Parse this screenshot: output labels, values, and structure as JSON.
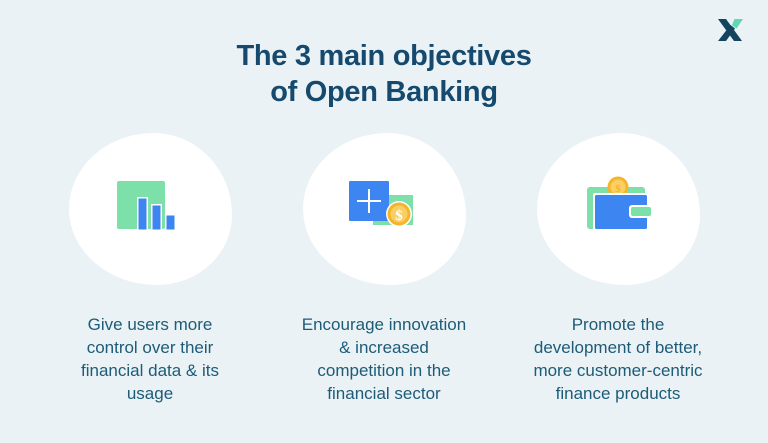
{
  "brand": {
    "logo_icon": "x-logo-icon",
    "logo_letter": "X",
    "navy": "#15496d",
    "teal_accent": "#5fd6b4"
  },
  "background_color": "#eaf2f6",
  "heading": {
    "line1": "The 3 main objectives",
    "line2": "of Open Banking",
    "color": "#15496d"
  },
  "palette": {
    "mint": "#7ce0a8",
    "blue": "#3d85f0",
    "gold": "#f5b429",
    "gold_light": "#f9cf63",
    "white": "#ffffff",
    "caption_color": "#1d5b77"
  },
  "objectives": [
    {
      "icon": "bar-chart-icon",
      "caption_lines": [
        "Give users more",
        "control over their",
        "financial data & its",
        "usage"
      ],
      "caption_text": "Give users more control over their financial data & its usage"
    },
    {
      "icon": "add-money-icon",
      "caption_lines": [
        "Encourage innovation",
        "& increased",
        "competition in the",
        "financial sector"
      ],
      "caption_text": "Encourage innovation & increased competition in the financial sector"
    },
    {
      "icon": "wallet-icon",
      "caption_lines": [
        "Promote the",
        "development of better,",
        "more customer-centric",
        "finance products"
      ],
      "caption_text": "Promote the development of better, more customer-centric finance products"
    }
  ]
}
